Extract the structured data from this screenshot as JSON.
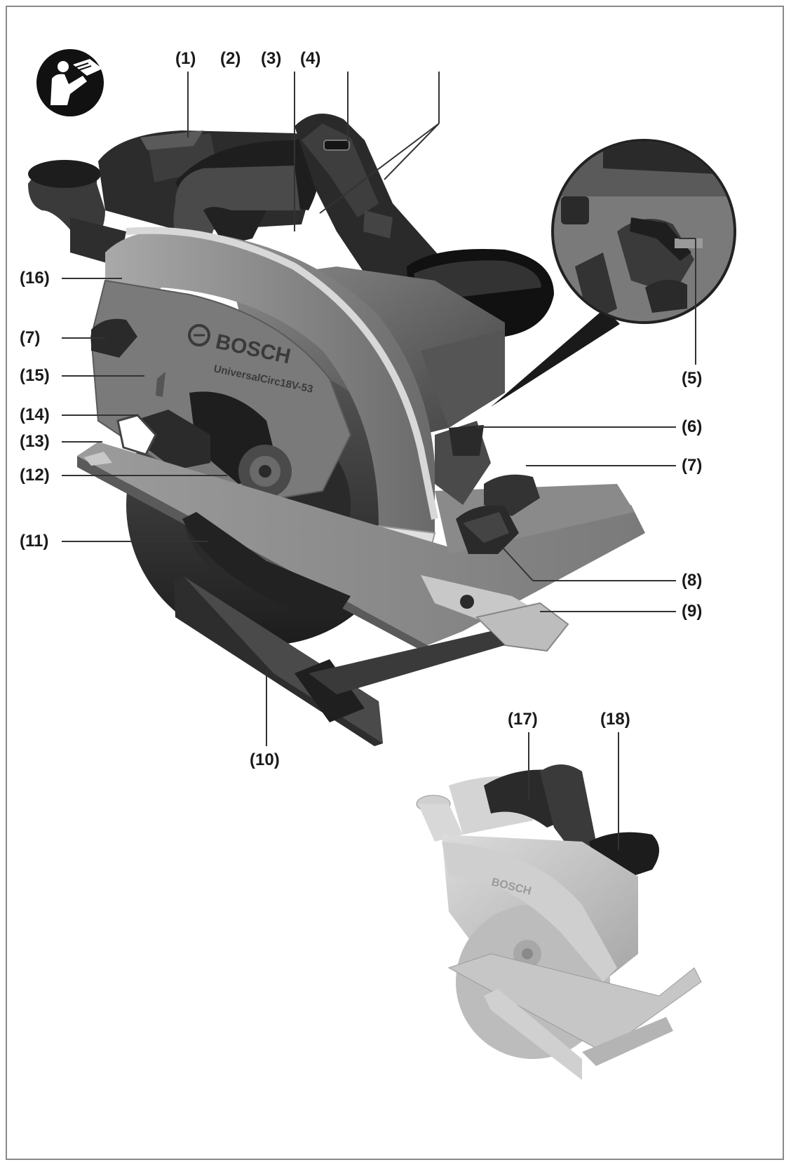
{
  "figure": {
    "brand_text": "BOSCH",
    "model_text": "UniversalCirc18V-53",
    "small_brand_text": "BOSCH",
    "colors": {
      "line": "#333333",
      "dark": "#2b2b2b",
      "mid": "#6f6f6f",
      "light": "#b8b8b8"
    }
  },
  "icons": {
    "manual": "read-manual-icon"
  },
  "callouts": {
    "c1": "(1)",
    "c2": "(2)",
    "c3": "(3)",
    "c4": "(4)",
    "c5": "(5)",
    "c6": "(6)",
    "c7a": "(7)",
    "c7b": "(7)",
    "c8": "(8)",
    "c9": "(9)",
    "c10": "(10)",
    "c11": "(11)",
    "c12": "(12)",
    "c13": "(13)",
    "c14": "(14)",
    "c15": "(15)",
    "c16": "(16)",
    "c17": "(17)",
    "c18": "(18)"
  }
}
